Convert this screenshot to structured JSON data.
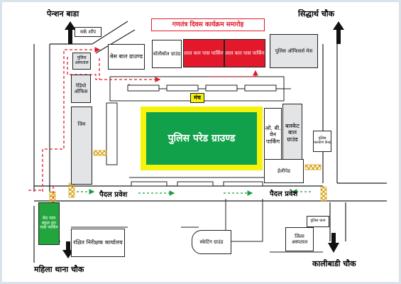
{
  "title": "गणतंत्र दिवस कार्यक्रम समारोह",
  "colors": {
    "frame": "#d9e3ea",
    "road": "#222222",
    "parade_outer": "#f5f20c",
    "parade_inner": "#12a14b",
    "red_parking": "#e3192b",
    "green_parking": "#20a63c",
    "arrow_red": "#e3192b",
    "arrow_green": "#1f9a3f",
    "barricade": "#f0b400",
    "building_grey": "#e2e4e6"
  },
  "corners": {
    "top_left": "पेन्शन बाडा",
    "top_right": "सिद्धार्थ चौक",
    "bottom_left": "महिला थाना चौक",
    "bottom_right": "कालीबाडी चौक"
  },
  "blocks": {
    "work_shop": "वर्क शॉप",
    "police_hospital": "पुलिस अस्पताल",
    "radio_office": "रेडियो ऑफिस",
    "gym": "जिम",
    "baseball_ground": "बेस बाल ग्राउण्ड",
    "volleyball_ground": "वॉलीबॉल ग्राउंड",
    "red_car_parking_1": "लाल कार पास पार्किंग",
    "red_car_parking_2": "लाल कार पास पार्किंग",
    "officers_mess": "पुलिस ऑफिसर्स मेस",
    "stage": "मंच",
    "parade_ground": "पुलिस परेड ग्राउण्ड",
    "ob_van_parking": "ओ. बी. वेन पार्किंग",
    "basketball_ground": "बास्केट बाल ग्राउंड",
    "police_welfare_centre": "पुलिस कल्याण केन्द्र",
    "helipad": "हेलीपेड",
    "green_pass_parking": "सेठ पाल स्कूल हरा पास पार्किंग",
    "reserve_inspector_office": "रक्षित निरीक्षक कार्यालय",
    "skating_ground": "स्केटिंग ग्राउंड",
    "police_station_small": "पुलिस थाना",
    "district_hospital": "जिला अस्पताल"
  },
  "entries": {
    "pedestrian_entry_left": "पैदल प्रवेश",
    "pedestrian_entry_right": "पैदल प्रवेश"
  }
}
